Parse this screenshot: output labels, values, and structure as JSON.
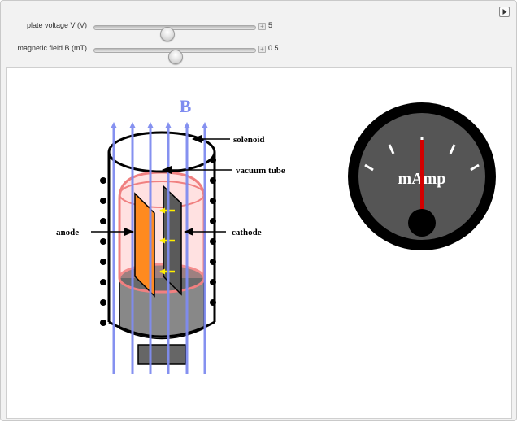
{
  "controls": {
    "plate_voltage": {
      "label": "plate voltage V (V)",
      "value": "5",
      "fraction": 0.45
    },
    "magnetic_field": {
      "label": "magnetic field B (mT)",
      "value": "0.5",
      "fraction": 0.5
    }
  },
  "diagram": {
    "field_label": "B",
    "labels": {
      "solenoid": "solenoid",
      "vacuum_tube": "vacuum tube",
      "anode": "anode",
      "cathode": "cathode"
    }
  },
  "meter": {
    "unit": "mAmp",
    "needle_fraction": 0.5
  },
  "colors": {
    "field_lines": "#7f8cf0",
    "anode": "#ff8a1f",
    "electron_arrows": "#ffee00",
    "tube_glow": "#f08080",
    "needle": "#d40000",
    "meter_face": "#555555"
  }
}
